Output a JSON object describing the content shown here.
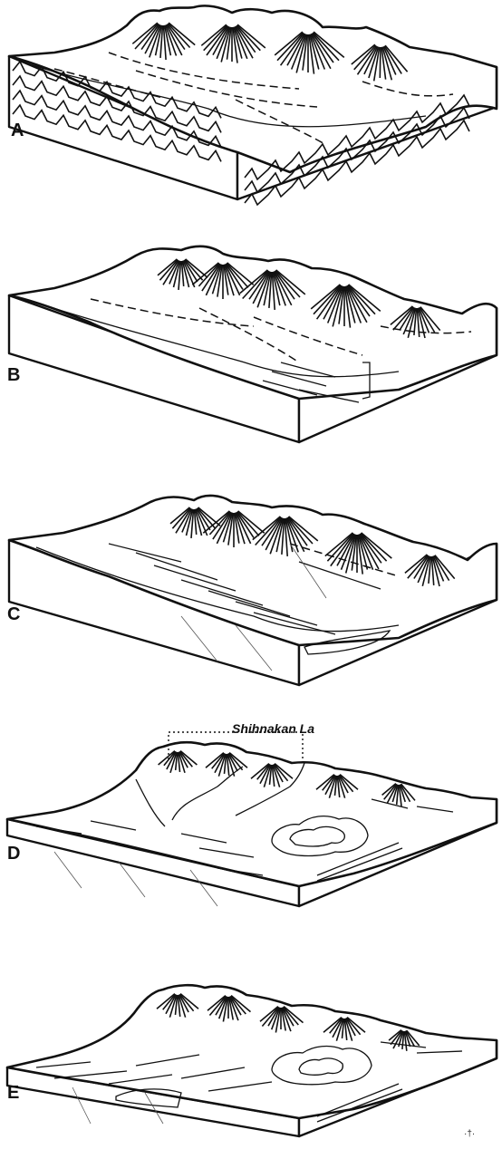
{
  "panels": [
    {
      "label": "A"
    },
    {
      "label": "B"
    },
    {
      "label": "C"
    },
    {
      "label": "D",
      "annotation": "Shihnakan La"
    },
    {
      "label": "E"
    }
  ],
  "corner_mark": "·†·"
}
